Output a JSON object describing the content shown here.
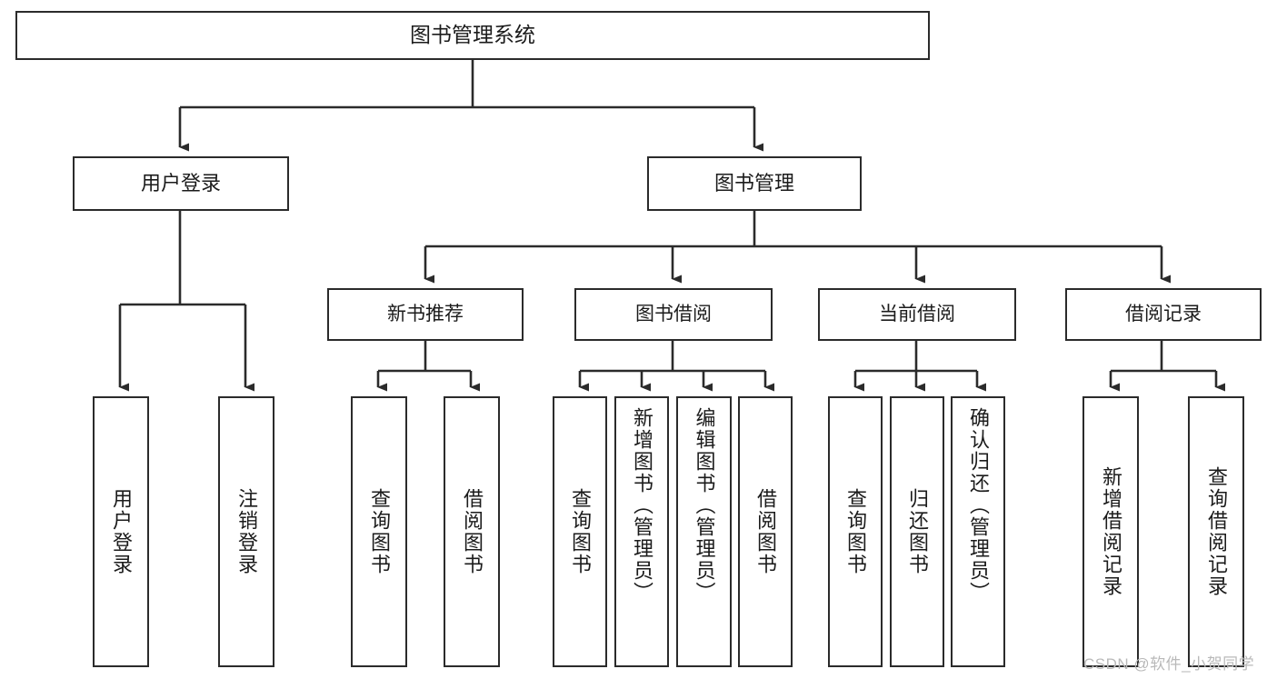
{
  "diagram": {
    "type": "tree",
    "title": "图书管理系统",
    "stroke_color": "#2b2b2b",
    "fill_color": "#ffffff",
    "text_color": "#1b1b1b",
    "nodes": {
      "root": {
        "label": "图书管理系统"
      },
      "user_login": {
        "label": "用户登录"
      },
      "book_manage": {
        "label": "图书管理"
      },
      "new_book_rec": {
        "label": "新书推荐"
      },
      "book_borrow": {
        "label": "图书借阅"
      },
      "current_borrow": {
        "label": "当前借阅"
      },
      "borrow_record": {
        "label": "借阅记录"
      },
      "leaf_user_login": {
        "label": "用户登录"
      },
      "leaf_logout": {
        "label": "注销登录"
      },
      "leaf_query_book_1": {
        "label": "查询图书"
      },
      "leaf_borrow_book_1": {
        "label": "借阅图书"
      },
      "leaf_query_book_2": {
        "label": "查询图书"
      },
      "leaf_add_book_admin": {
        "label": "新增图书（管理员）"
      },
      "leaf_edit_book_admin": {
        "label": "编辑图书（管理员）"
      },
      "leaf_borrow_book_2": {
        "label": "借阅图书"
      },
      "leaf_query_book_3": {
        "label": "查询图书"
      },
      "leaf_return_book": {
        "label": "归还图书"
      },
      "leaf_confirm_return_admin": {
        "label": "确认归还（管理员）"
      },
      "leaf_add_record": {
        "label": "新增借阅记录"
      },
      "leaf_query_record": {
        "label": "查询借阅记录"
      }
    },
    "edges": [
      {
        "from": "root",
        "to": "user_login"
      },
      {
        "from": "root",
        "to": "book_manage"
      },
      {
        "from": "user_login",
        "to": "leaf_user_login"
      },
      {
        "from": "user_login",
        "to": "leaf_logout"
      },
      {
        "from": "book_manage",
        "to": "new_book_rec"
      },
      {
        "from": "book_manage",
        "to": "book_borrow"
      },
      {
        "from": "book_manage",
        "to": "current_borrow"
      },
      {
        "from": "book_manage",
        "to": "borrow_record"
      },
      {
        "from": "new_book_rec",
        "to": "leaf_query_book_1"
      },
      {
        "from": "new_book_rec",
        "to": "leaf_borrow_book_1"
      },
      {
        "from": "book_borrow",
        "to": "leaf_query_book_2"
      },
      {
        "from": "book_borrow",
        "to": "leaf_add_book_admin"
      },
      {
        "from": "book_borrow",
        "to": "leaf_edit_book_admin"
      },
      {
        "from": "book_borrow",
        "to": "leaf_borrow_book_2"
      },
      {
        "from": "current_borrow",
        "to": "leaf_query_book_3"
      },
      {
        "from": "current_borrow",
        "to": "leaf_return_book"
      },
      {
        "from": "current_borrow",
        "to": "leaf_confirm_return_admin"
      },
      {
        "from": "borrow_record",
        "to": "leaf_add_record"
      },
      {
        "from": "borrow_record",
        "to": "leaf_query_record"
      }
    ]
  },
  "watermark": {
    "text": "CSDN @软件_小贺同学"
  }
}
